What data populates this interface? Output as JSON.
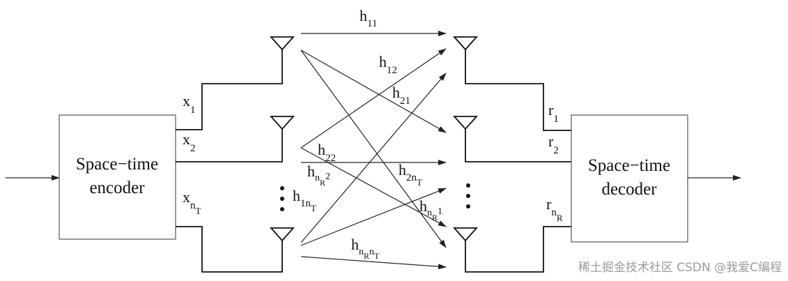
{
  "encoder": {
    "line1": "Space−time",
    "line2": "encoder"
  },
  "decoder": {
    "line1": "Space−time",
    "line2": "decoder"
  },
  "tx_inputs": [
    {
      "base": "x",
      "sub": "1",
      "subsub": ""
    },
    {
      "base": "x",
      "sub": "2",
      "subsub": ""
    },
    {
      "base": "x",
      "sub": "n",
      "subsub": "T"
    }
  ],
  "rx_outputs": [
    {
      "base": "r",
      "sub": "1",
      "subsub": ""
    },
    {
      "base": "r",
      "sub": "2",
      "subsub": ""
    },
    {
      "base": "r",
      "sub": "n",
      "subsub": "R"
    }
  ],
  "channels": [
    {
      "id": "h11",
      "base": "h",
      "sub": "11"
    },
    {
      "id": "h12",
      "base": "h",
      "sub": "12"
    },
    {
      "id": "h21",
      "base": "h",
      "sub": "21"
    },
    {
      "id": "h22",
      "base": "h",
      "sub": "22"
    },
    {
      "id": "hnR2",
      "base": "h",
      "sub": "n",
      "subsub": "R",
      "tail": "2"
    },
    {
      "id": "h1nT",
      "base": "h",
      "sub": "1n",
      "subsub": "T"
    },
    {
      "id": "h2nT",
      "base": "h",
      "sub": "2n",
      "subsub": "T"
    },
    {
      "id": "hnR1",
      "base": "h",
      "sub": "n",
      "subsub": "R",
      "tail": "1"
    },
    {
      "id": "hnRnT",
      "base": "h",
      "sub": "n",
      "subsub": "R",
      "tail": "n",
      "tailsub": "T"
    }
  ],
  "ellipsis": "⋮",
  "watermark": "稀土掘金技术社区  CSDN @我爱C编程"
}
